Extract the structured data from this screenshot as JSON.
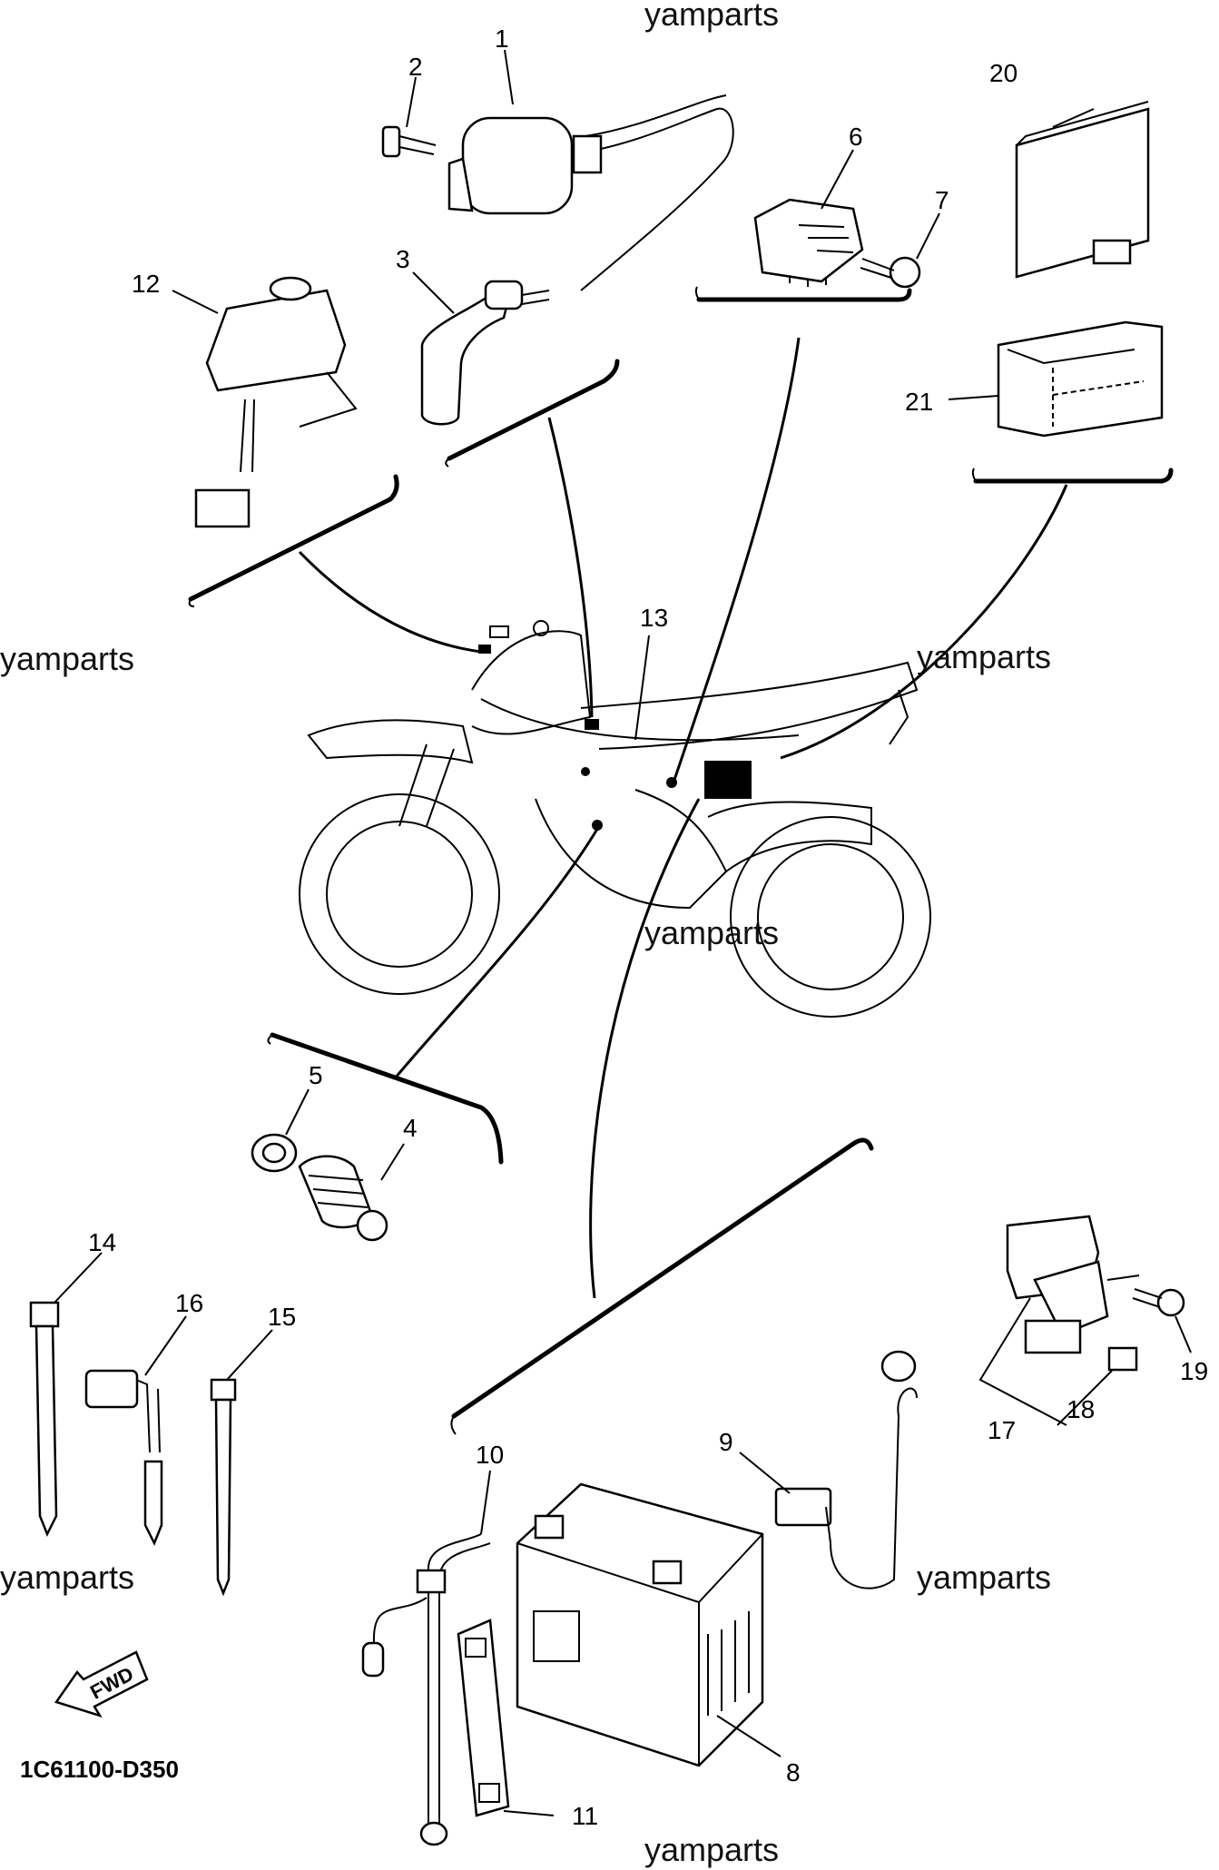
{
  "watermarks": {
    "top": "yamparts",
    "mid_left": "yamparts",
    "mid_right": "yamparts",
    "center": "yamparts",
    "lower_left": "yamparts",
    "lower_right": "yamparts",
    "bottom": "yamparts"
  },
  "callouts": {
    "p1": "1",
    "p2": "2",
    "p3": "3",
    "p4": "4",
    "p5": "5",
    "p6": "6",
    "p7": "7",
    "p8": "8",
    "p9": "9",
    "p10": "10",
    "p11": "11",
    "p12": "12",
    "p13": "13",
    "p14": "14",
    "p15": "15",
    "p16": "16",
    "p17": "17",
    "p18": "18",
    "p19": "19",
    "p20": "20",
    "p21": "21"
  },
  "fwd_label": "FWD",
  "diagram_code": "1C61100-D350"
}
